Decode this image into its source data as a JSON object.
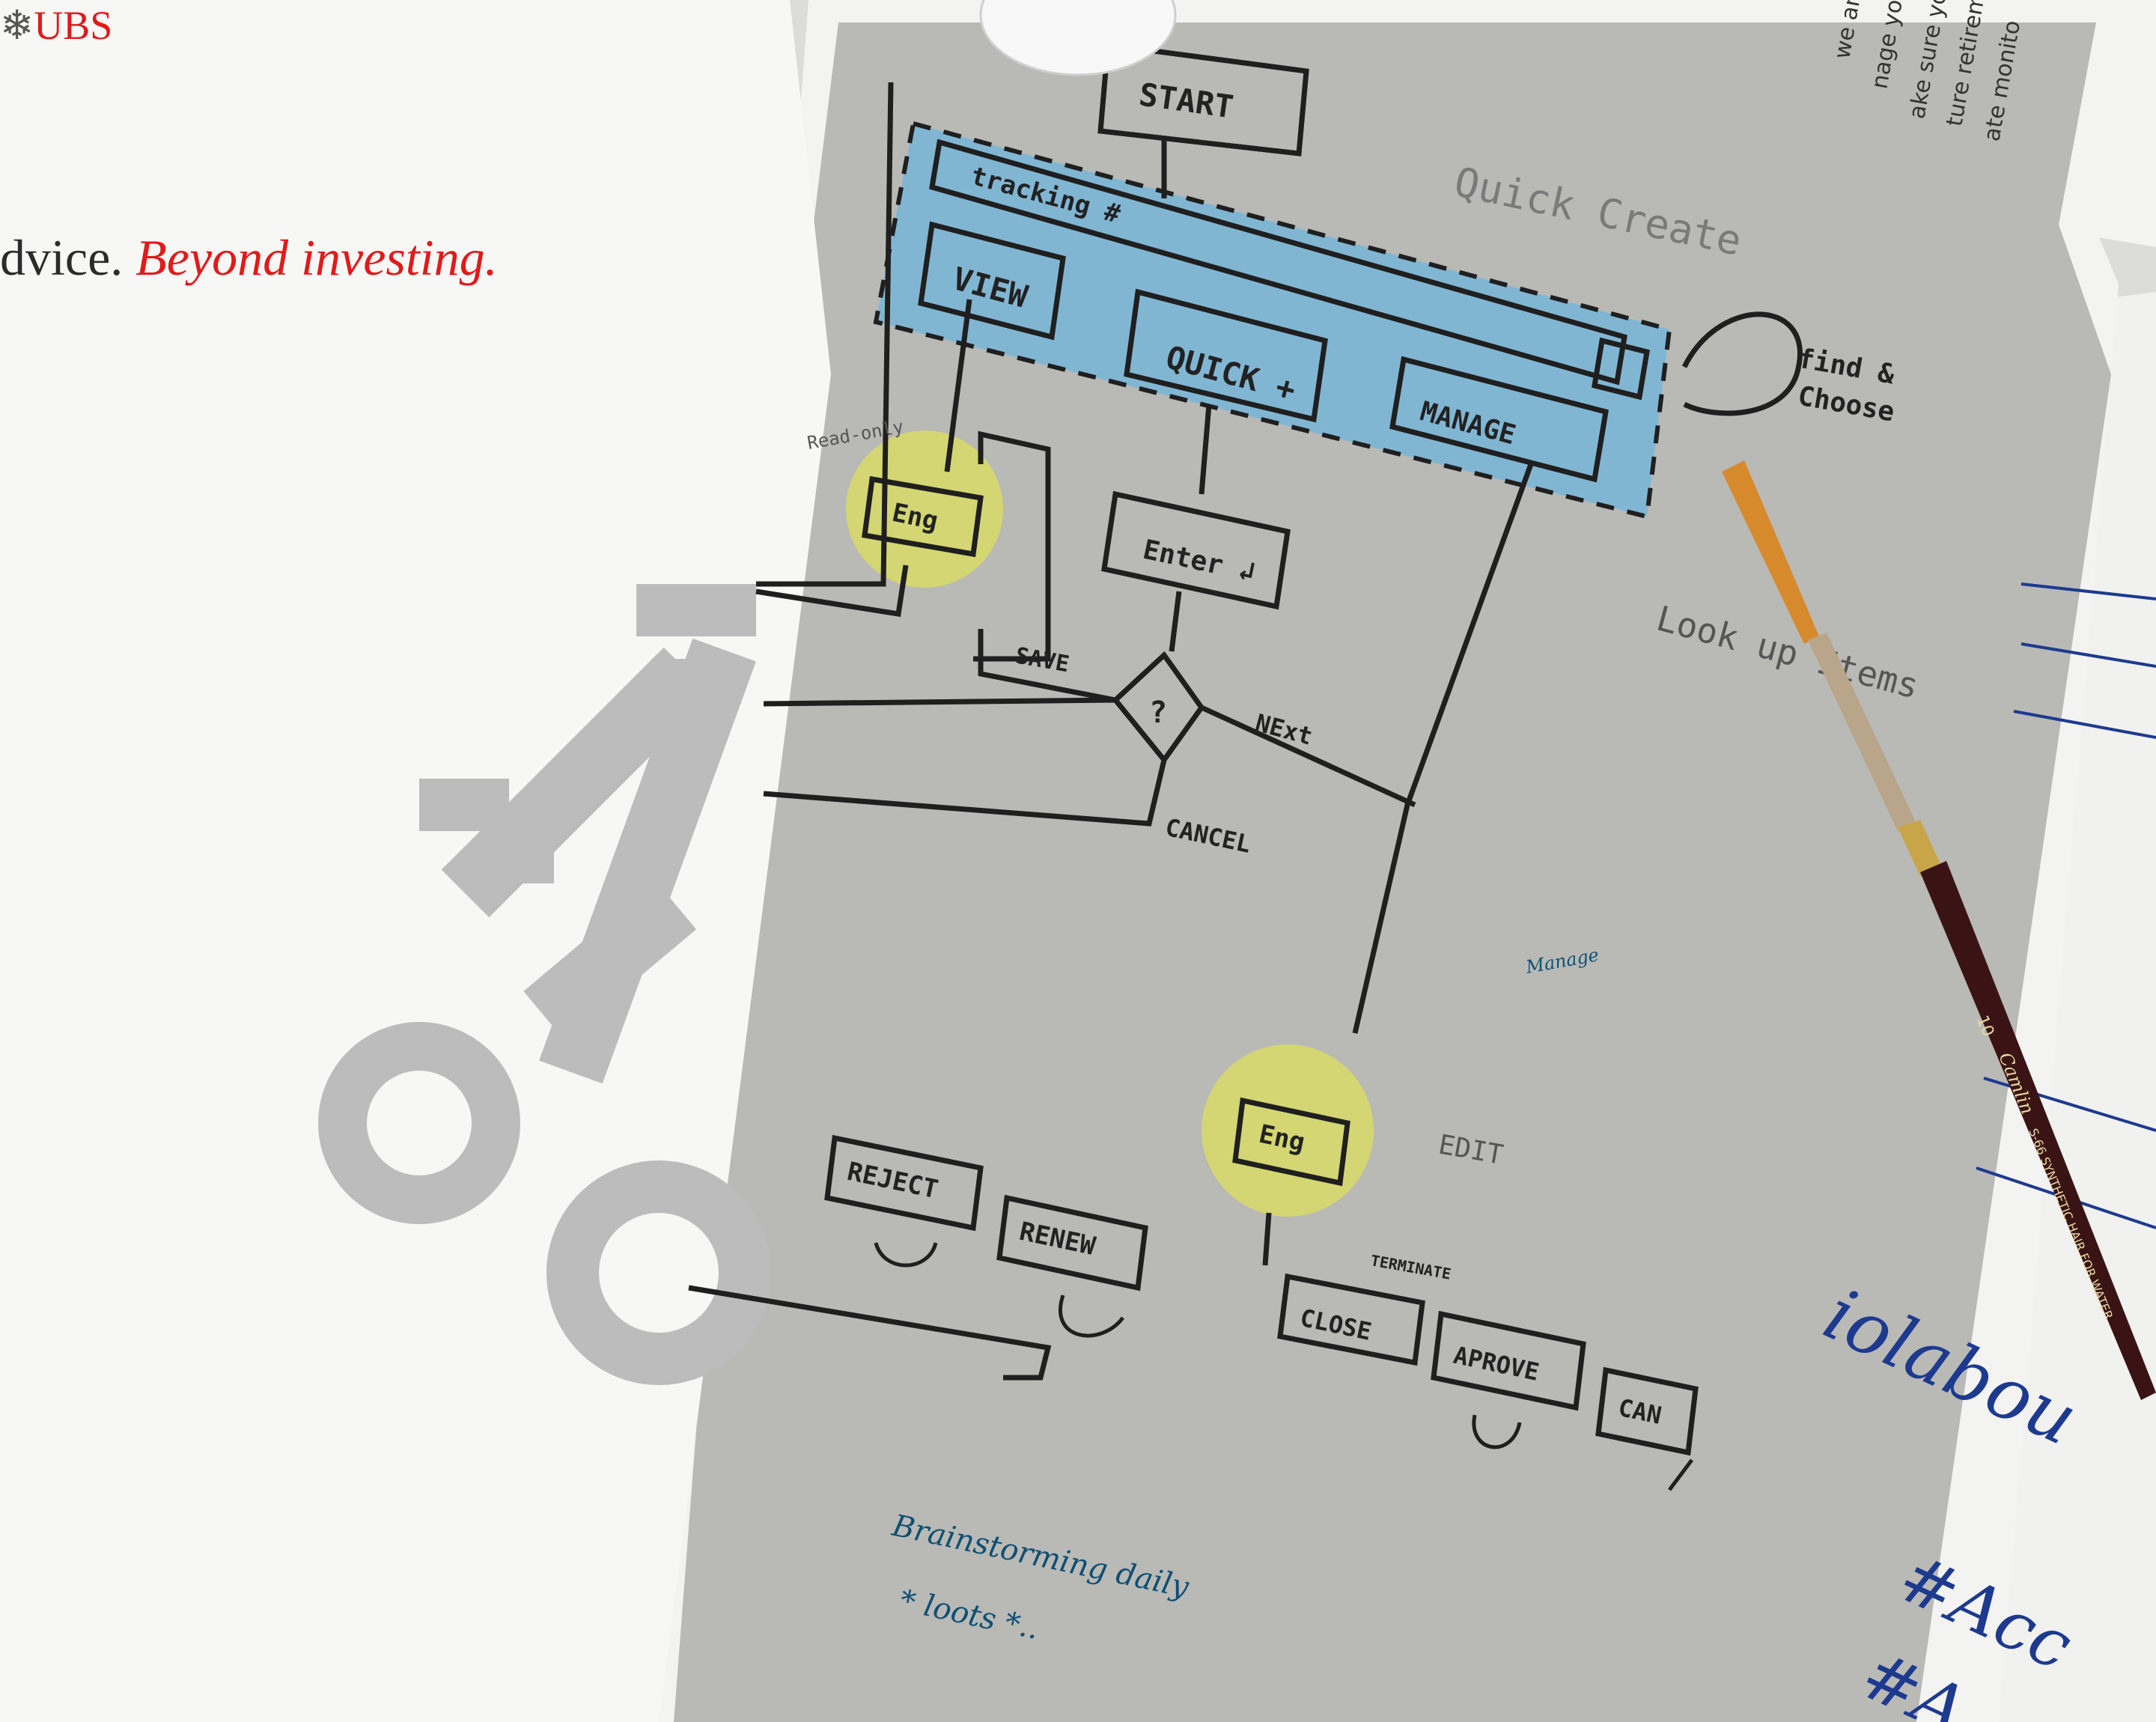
{
  "brochure": {
    "brand": "UBS",
    "tagline_prefix": "dvice.",
    "tagline_accent": "Beyond investing.",
    "colors": {
      "paper": "#f7f7f5",
      "accent": "#e11a1a",
      "keys": "#bcbcbc",
      "text": "#2b2b2b"
    }
  },
  "sketch": {
    "start": "START",
    "tracking": "tracking #",
    "quick_create": "Quick Create",
    "view": "VIEW",
    "quick": "QUICK +",
    "manage": "MANAGE",
    "find_choose_1": "find &",
    "find_choose_2": "Choose",
    "read_only": "Read-only",
    "eng_top": "Eng",
    "enter": "Enter ↲",
    "save": "SAVE",
    "question": "?",
    "next": "NExt",
    "cancel": "CANCEL",
    "lookup": "Look up Items",
    "manage_note": "Manage",
    "eng_bottom": "Eng",
    "edit": "EDIT",
    "reject": "REJECT",
    "renew": "RENEW",
    "terminate": "TERMINATE",
    "close": "CLOSE",
    "aprove": "APROVE",
    "can": "CAN",
    "note_line1": "Brainstorming daily",
    "note_line2": "* loots *..",
    "colors": {
      "paper": "#b9b9b6",
      "ink": "#1f1f1f",
      "blue": "#6fb5dc",
      "yellow": "#d9dd62",
      "pen": "#0e4f73"
    }
  },
  "brush": {
    "label_num": "10",
    "label_brand": "Camlin",
    "label_series": "S-66 SYNTHETIC HAIR FOR WATER"
  },
  "right_sheet": {
    "line1": "iolabou",
    "line2": "#Acc",
    "line3": "#A"
  },
  "top_right_note": [
    "we are he",
    "nage your",
    "ake sure you",
    "ture retireme",
    "ate monito"
  ]
}
